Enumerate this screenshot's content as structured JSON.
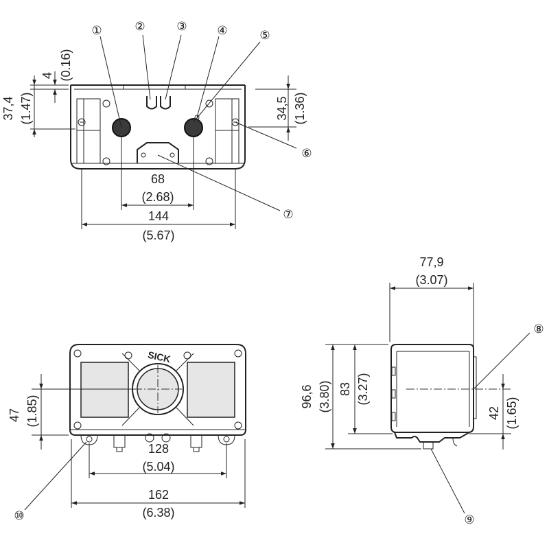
{
  "callouts": {
    "c1": "①",
    "c2": "②",
    "c3": "③",
    "c4": "④",
    "c5": "⑤",
    "c6": "⑥",
    "c7": "⑦",
    "c8": "⑧",
    "c9": "⑨",
    "c10": "⑩"
  },
  "top_view": {
    "dim_4": "4",
    "dim_4_in": "(0.16)",
    "dim_37_4": "37,4",
    "dim_37_4_in": "(1.47)",
    "dim_34_5": "34,5",
    "dim_34_5_in": "(1.36)",
    "dim_68": "68",
    "dim_68_in": "(2.68)",
    "dim_144": "144",
    "dim_144_in": "(5.67)"
  },
  "front_view": {
    "logo": "SICK",
    "dim_47": "47",
    "dim_47_in": "(1.85)",
    "dim_128": "128",
    "dim_128_in": "(5.04)",
    "dim_162": "162",
    "dim_162_in": "(6.38)"
  },
  "side_view": {
    "dim_77_9": "77,9",
    "dim_77_9_in": "(3.07)",
    "dim_96_6": "96,6",
    "dim_96_6_in": "(3.80)",
    "dim_83": "83",
    "dim_83_in": "(3.27)",
    "dim_42": "42",
    "dim_42_in": "(1.65)"
  }
}
